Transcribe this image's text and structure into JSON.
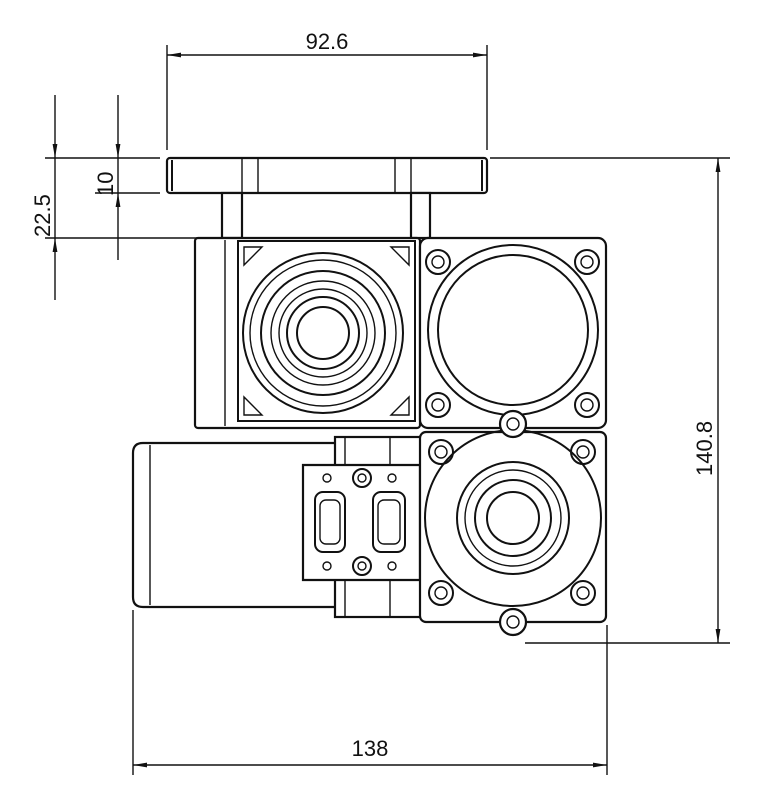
{
  "dimensions": {
    "top_width": "92.6",
    "left_outer": "22.5",
    "left_inner": "10",
    "right_height": "140.8",
    "bottom_width": "138"
  },
  "colors": {
    "line": "#111111",
    "background": "#ffffff"
  }
}
